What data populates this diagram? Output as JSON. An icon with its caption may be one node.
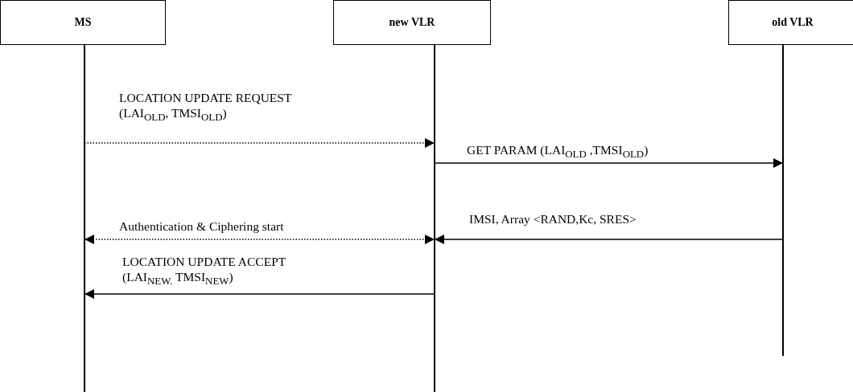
{
  "diagram": {
    "nodes": [
      {
        "text": [
          "MS"
        ]
      },
      {
        "text": [
          "new VLR"
        ]
      },
      {
        "text": [
          "old VLR"
        ]
      }
    ],
    "edges": [
      {
        "from": 0,
        "to": 1,
        "arrow": "to",
        "style": "dashed",
        "label": "LOCATION UPDATE REQUEST (LAI$_{OLD}$, TMSI$_{OLD}$)"
      },
      {
        "from": 1,
        "to": 2,
        "arrow": "to",
        "label": "GET PARAM (LAI$_{OLD}$ ,TMSI$_{OLD}$)"
      },
      {
        "from": 2,
        "to": 1,
        "arrow": "to",
        "label": "IMSI, Array <RAND,Kc, SRES>"
      },
      {
        "from": 0,
        "to": 1,
        "arrow": "both",
        "style": "dashed",
        "label": "Authentication & Ciphering start"
      },
      {
        "from": 1,
        "to": 0,
        "arrow": "to",
        "label": "LOCATION UPDATE ACCEPT (LAI$_{NEW.}$ TMSI$_{NEW}$)"
      }
    ]
  }
}
